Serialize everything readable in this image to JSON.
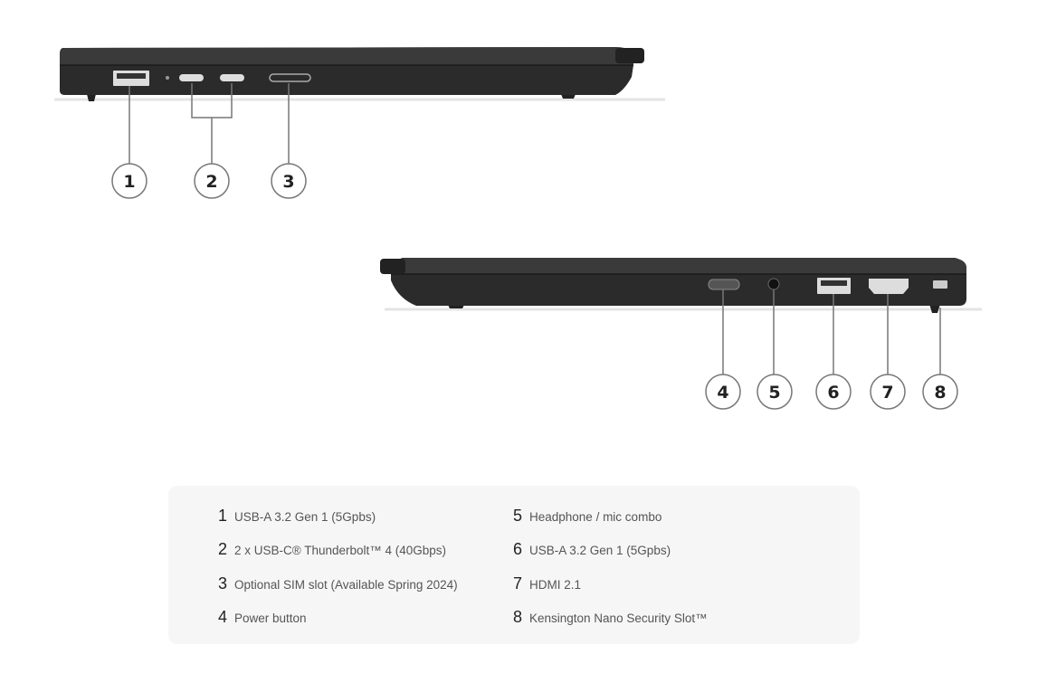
{
  "callouts": [
    "1",
    "2",
    "3",
    "4",
    "5",
    "6",
    "7",
    "8"
  ],
  "legend": [
    {
      "num": "1",
      "label": "USB-A 3.2 Gen 1 (5Gpbs)"
    },
    {
      "num": "2",
      "label": "2 x USB-C® Thunderbolt™ 4 (40Gbps)"
    },
    {
      "num": "3",
      "label": "Optional SIM slot (Available Spring 2024)"
    },
    {
      "num": "4",
      "label": "Power button"
    },
    {
      "num": "5",
      "label": "Headphone / mic combo"
    },
    {
      "num": "6",
      "label": "USB-A 3.2 Gen 1 (5Gpbs)"
    },
    {
      "num": "7",
      "label": "HDMI 2.1"
    },
    {
      "num": "8",
      "label": "Kensington Nano Security Slot™"
    }
  ],
  "colors": {
    "chassis": "#2a2a2a",
    "panel": "#f6f6f6",
    "line": "#777777"
  }
}
